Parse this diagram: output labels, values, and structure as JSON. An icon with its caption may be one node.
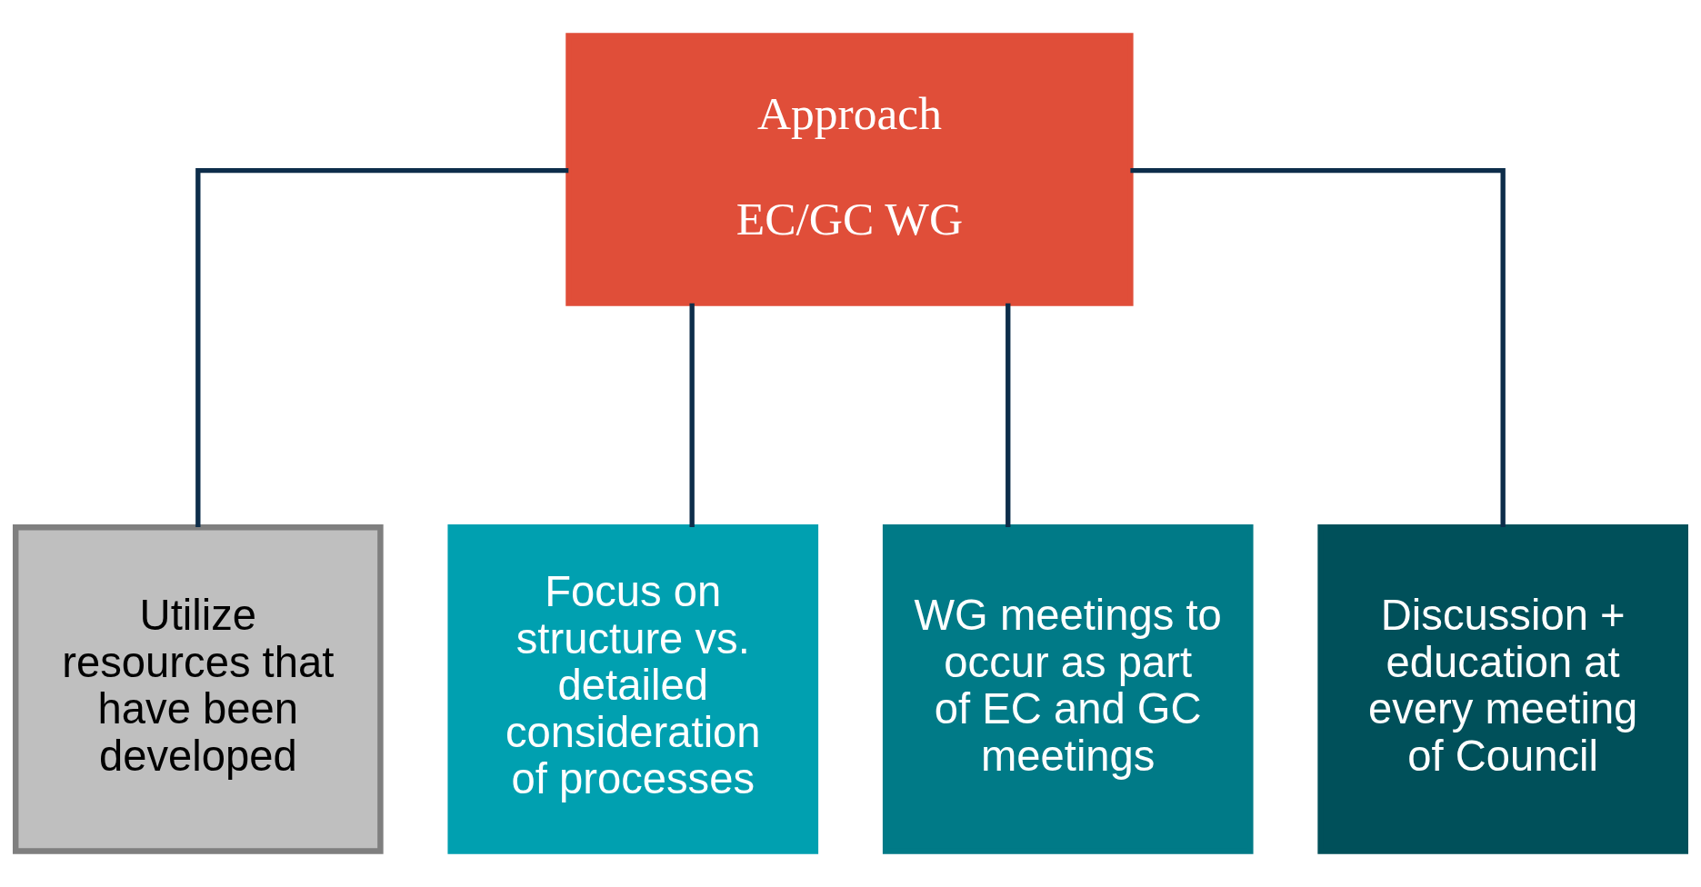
{
  "diagram": {
    "nodes": [
      {
        "text": [
          "Approach",
          "EC/GC WG"
        ]
      },
      {
        "text": [
          "Utilize resources that have been developed"
        ]
      },
      {
        "text": [
          "Focus on structure vs. detailed consideration of processes"
        ]
      },
      {
        "text": [
          "WG meetings to occur as part of EC and GC meetings"
        ]
      },
      {
        "text": [
          "Discussion + education at every meeting of Council"
        ]
      }
    ],
    "edges": [
      {
        "from": 0,
        "to": 1,
        "arrow": "none"
      },
      {
        "from": 0,
        "to": 2,
        "arrow": "none"
      },
      {
        "from": 0,
        "to": 3,
        "arrow": "none"
      },
      {
        "from": 0,
        "to": 4,
        "arrow": "none"
      }
    ]
  }
}
